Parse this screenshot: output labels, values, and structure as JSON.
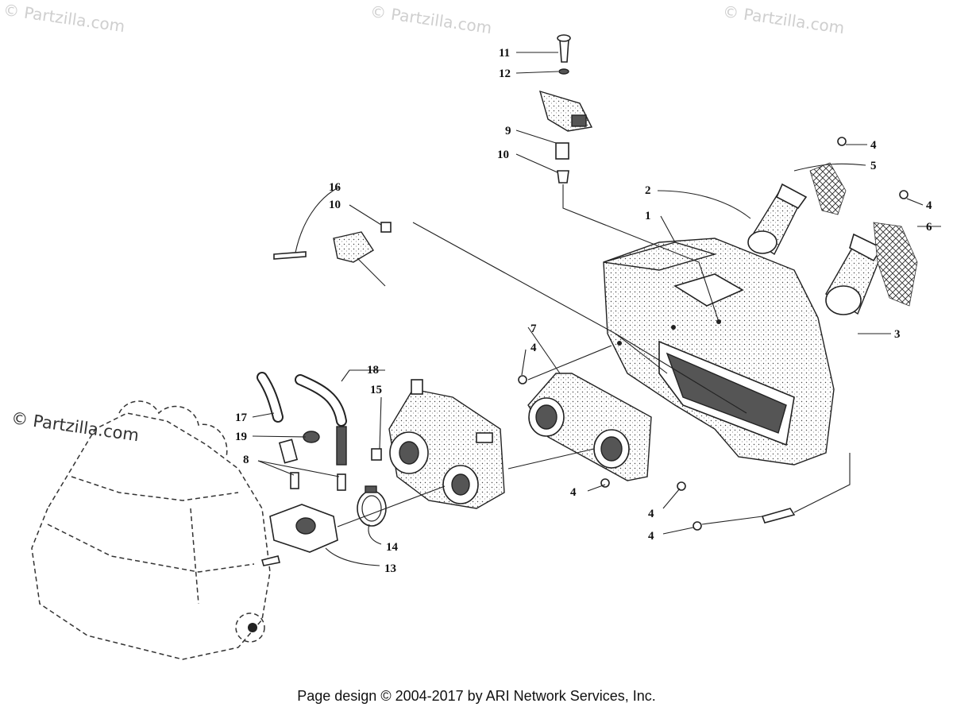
{
  "watermarks": [
    "© Partzilla.com",
    "© Partzilla.com",
    "© Partzilla.com",
    "© Partzilla.com"
  ],
  "footer": "Page design © 2004-2017 by ARI Network Services, Inc.",
  "callouts": [
    "11",
    "12",
    "9",
    "10",
    "16",
    "10",
    "2",
    "1",
    "4",
    "5",
    "4",
    "6",
    "3",
    "7",
    "4",
    "18",
    "15",
    "17",
    "19",
    "8",
    "14",
    "13",
    "4",
    "4",
    "4"
  ]
}
